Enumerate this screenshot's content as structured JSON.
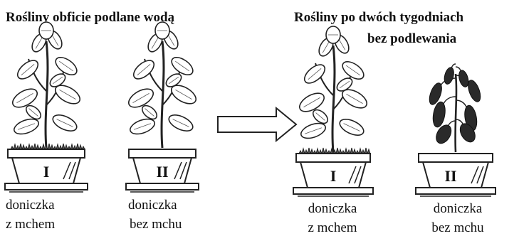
{
  "left_heading": "Rośliny obficie podlane wodą",
  "right_heading_line1": "Rośliny po dwóch tygodniach",
  "right_heading_line2": "bez podlewania",
  "pots": [
    {
      "numeral": "I",
      "caption_line1": "doniczka",
      "caption_line2": "z mchem",
      "plant": "healthy",
      "moss": true
    },
    {
      "numeral": "II",
      "caption_line1": "doniczka",
      "caption_line2": "bez mchu",
      "plant": "healthy",
      "moss": false
    },
    {
      "numeral": "I",
      "caption_line1": "doniczka",
      "caption_line2": "z mchem",
      "plant": "healthy",
      "moss": true
    },
    {
      "numeral": "II",
      "caption_line1": "doniczka",
      "caption_line2": "bez mchu",
      "plant": "wilted",
      "moss": false
    }
  ],
  "arrow_icon": "right-arrow-icon"
}
